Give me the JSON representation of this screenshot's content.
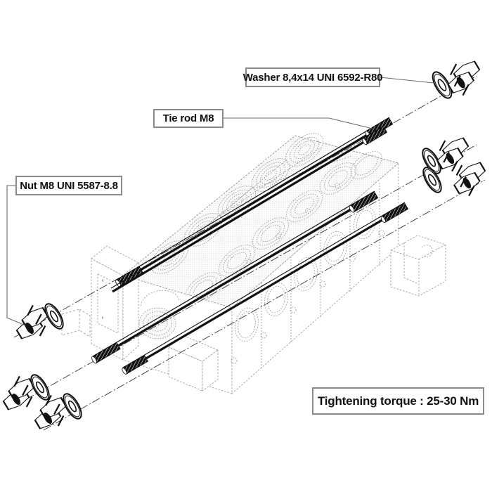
{
  "diagram": {
    "title": "Tie rod assembly exploded view",
    "type": "exploded-assembly",
    "projection": "isometric",
    "background_color": "#ffffff",
    "line_color": "#111111",
    "ghost_color": "#9a9a9a",
    "callout_border_color": "#8a8a8a"
  },
  "callouts": {
    "washer": {
      "label": "Washer 8,4x14 UNI 6592-R80",
      "part": "washer",
      "standard": "UNI 6592-R80",
      "size": "8,4x14"
    },
    "tie_rod": {
      "label": "Tie rod M8",
      "part": "tie-rod",
      "thread": "M8"
    },
    "nut": {
      "label": "Nut M8 UNI 5587-8.8",
      "part": "nut",
      "standard": "UNI 5587",
      "grade": "8.8",
      "thread": "M8"
    },
    "torque": {
      "label": "Tightening torque : 25-30 Nm",
      "value_min": 25,
      "value_max": 30,
      "unit": "Nm"
    }
  },
  "components": {
    "manifold": {
      "name": "hydraulic valve manifold block",
      "rendering": "ghosted-dotted-outline",
      "top_port_rows": 2,
      "front_sections": 6
    },
    "tie_rods": {
      "count": 4,
      "thread": "M8",
      "rendering": "solid-dark"
    },
    "hardware_groups": [
      {
        "id": "top-right-1",
        "items": [
          "washer",
          "nut"
        ]
      },
      {
        "id": "right-mid-1",
        "items": [
          "washer",
          "nut"
        ]
      },
      {
        "id": "right-mid-2",
        "items": [
          "washer",
          "nut"
        ]
      },
      {
        "id": "left-mid-1",
        "items": [
          "nut",
          "washer"
        ]
      },
      {
        "id": "bottom-left-1",
        "items": [
          "nut",
          "washer"
        ]
      },
      {
        "id": "bottom-left-2",
        "items": [
          "nut",
          "washer"
        ]
      }
    ]
  }
}
